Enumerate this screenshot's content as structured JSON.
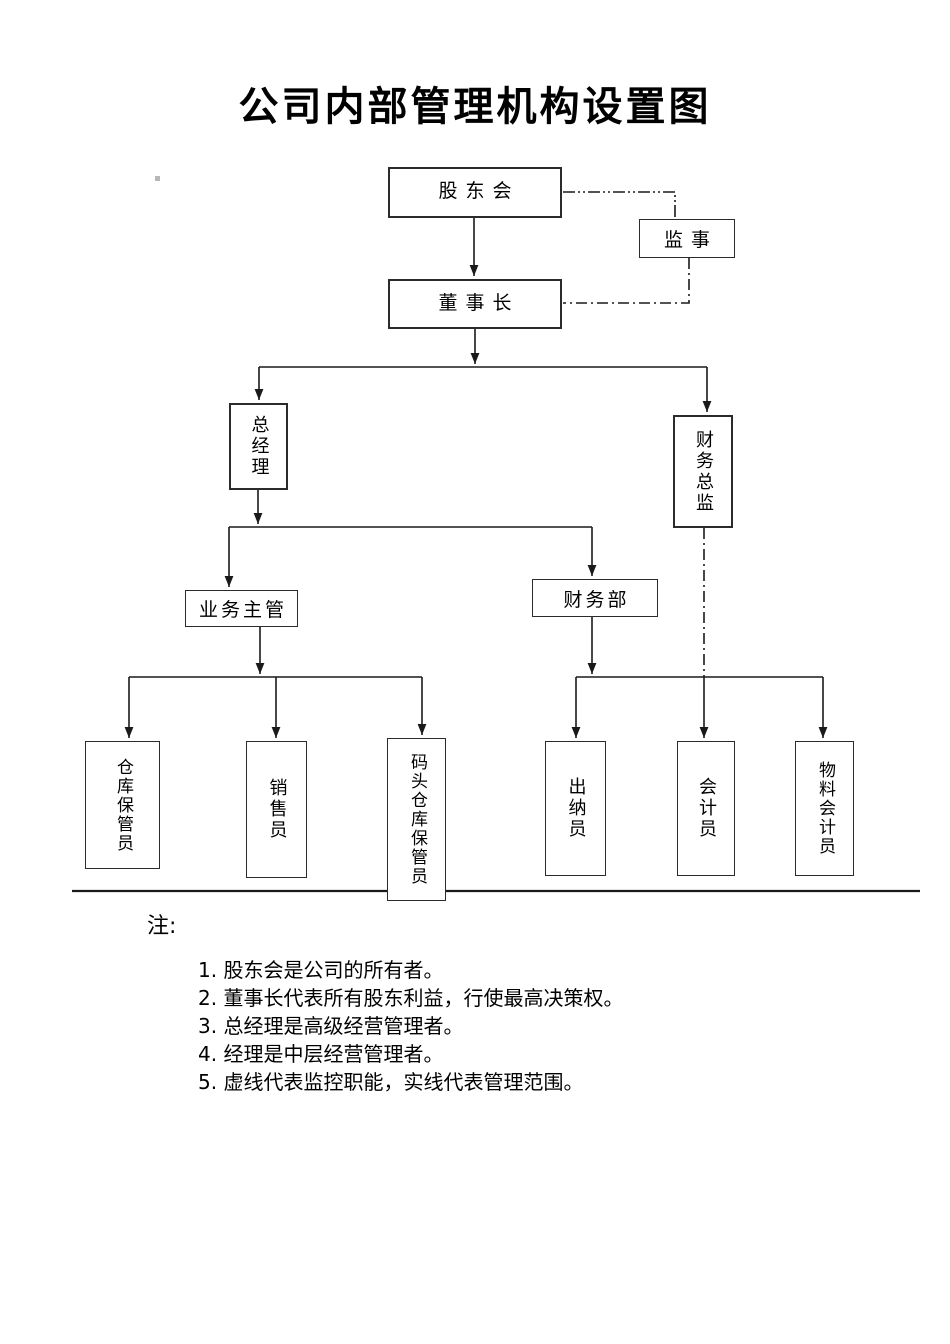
{
  "title": "公司内部管理机构设置图",
  "nodes": {
    "shareholders_meeting": {
      "label": "股东会"
    },
    "supervisor": {
      "label": "监事"
    },
    "chairman": {
      "label": "董事长"
    },
    "general_manager": {
      "label": "总经理"
    },
    "finance_director": {
      "label": "财务总监"
    },
    "business_supervisor": {
      "label": "业务主管"
    },
    "finance_dept": {
      "label": "财务部"
    },
    "warehouse_keeper": {
      "label": "仓库保管员"
    },
    "salesperson": {
      "label": "销售员"
    },
    "dock_warehouse_keeper": {
      "label": "码头仓库保管员"
    },
    "cashier": {
      "label": "出纳员"
    },
    "accountant": {
      "label": "会计员"
    },
    "material_accountant": {
      "label": "物料会计员"
    }
  },
  "notes": {
    "heading": "注:",
    "items": [
      "1. 股东会是公司的所有者。",
      "2. 董事长代表所有股东利益，行使最高决策权。",
      "3. 总经理是高级经营管理者。",
      "4. 经理是中层经营管理者。",
      "5. 虚线代表监控职能，实线代表管理范围。"
    ]
  },
  "colors": {
    "line": "#1a1a1a",
    "background": "#ffffff"
  }
}
